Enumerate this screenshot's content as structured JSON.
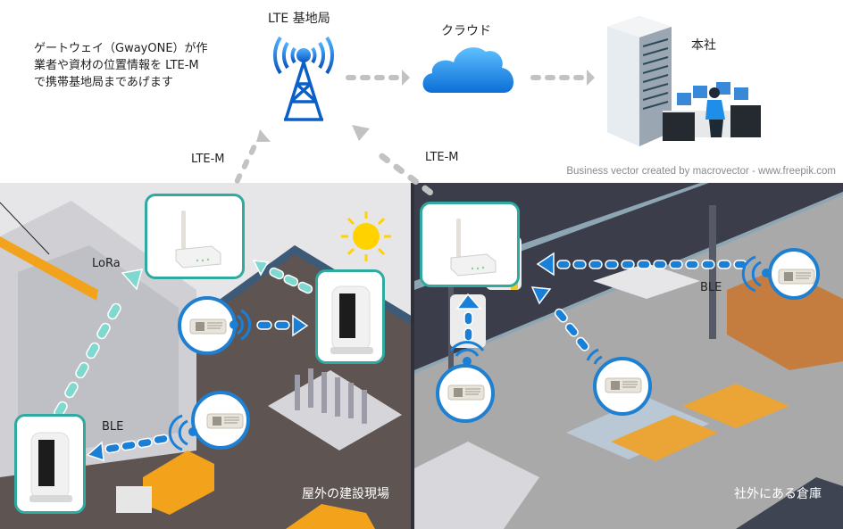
{
  "description": {
    "lines": [
      "ゲートウェイ（GwayONE）が作",
      "業者や資材の位置情報を LTE-M",
      "で携帯基地局まであげます"
    ]
  },
  "nodes": {
    "base_station": {
      "label": "LTE 基地局",
      "icon": "cell-tower-icon"
    },
    "cloud": {
      "label": "クラウド",
      "icon": "cloud-icon"
    },
    "headquarters": {
      "label": "本社",
      "icon": "office-building-icon"
    }
  },
  "links": {
    "lte_left": "LTE-M",
    "lte_right": "LTE-M",
    "lora": "LoRa",
    "ble_left": "BLE",
    "ble_right": "BLE"
  },
  "scenes": {
    "left": {
      "caption": "屋外の建設現場"
    },
    "right": {
      "caption": "社外にある倉庫"
    }
  },
  "credit": "Business vector created by macrovector - www.freepik.com",
  "colors": {
    "gateway_border": "#2eaaa0",
    "tag_border": "#1f7fd0",
    "ble_arrow": "#1a7fd6",
    "lora_arrow": "#6fd3c8",
    "lte_arrow": "#bdbdbd",
    "tower": "#1a6fd0",
    "cloud": "#1a84e0"
  }
}
